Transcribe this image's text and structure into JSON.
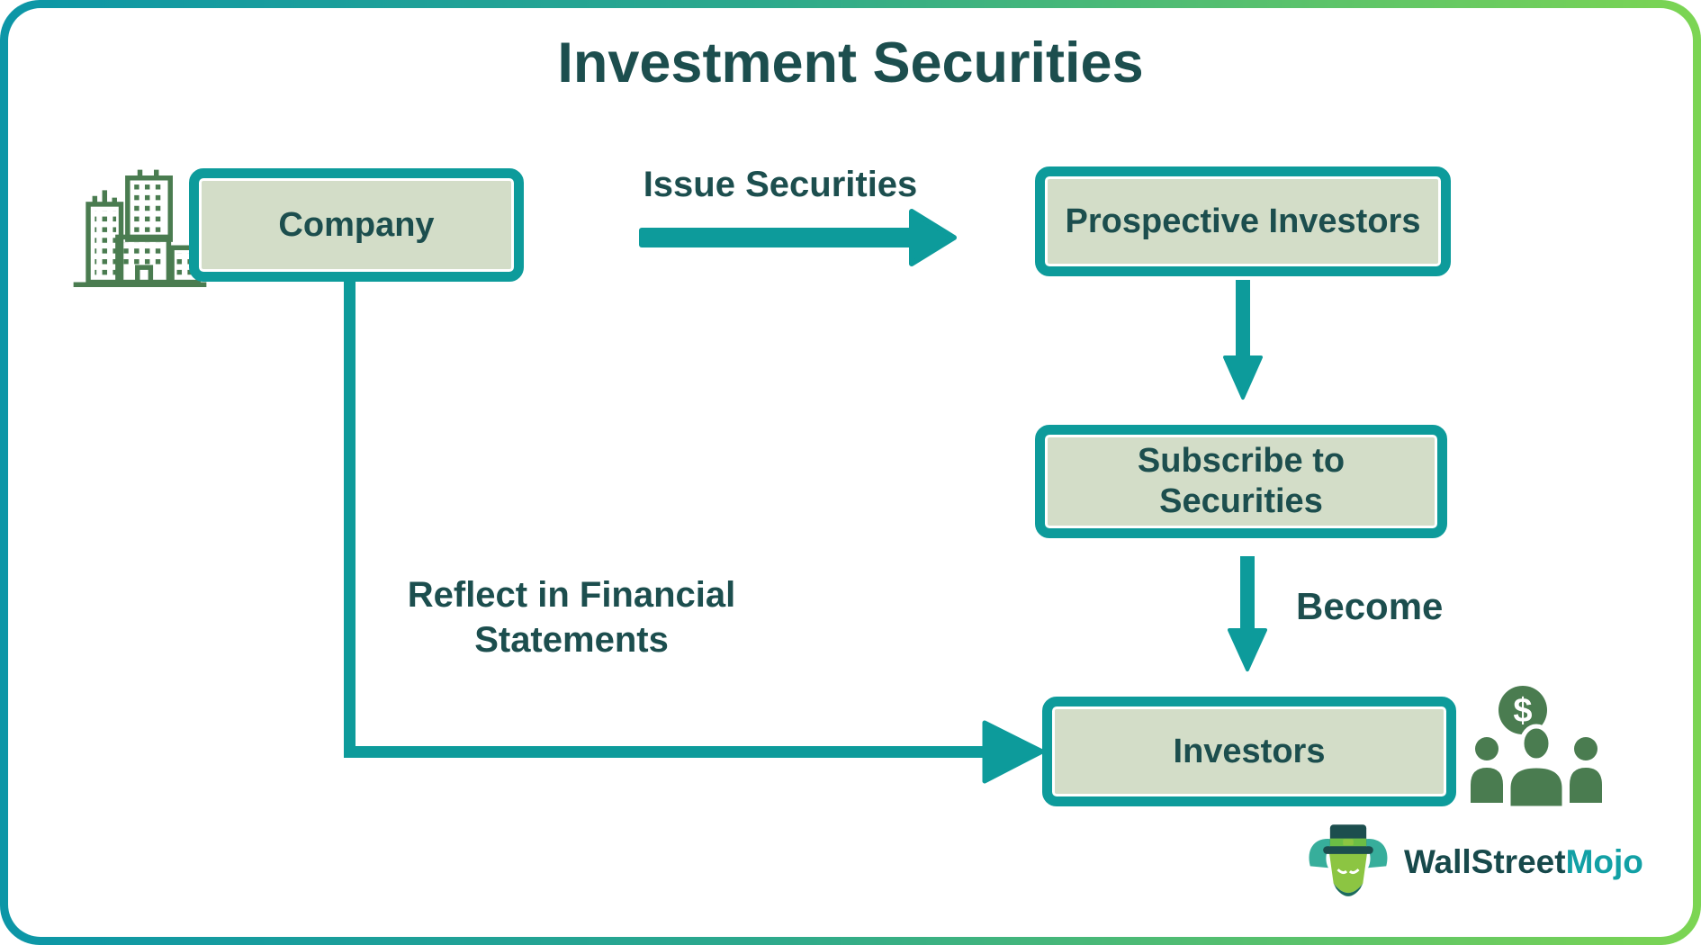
{
  "title": "Investment Securities",
  "nodes": {
    "company": {
      "label": "Company"
    },
    "prospective": {
      "label": "Prospective Investors"
    },
    "subscribe": {
      "label": "Subscribe to Securities"
    },
    "investors": {
      "label": "Investors"
    }
  },
  "edge_labels": {
    "issue": "Issue Securities",
    "become": "Become",
    "reflect": "Reflect in Financial Statements"
  },
  "icons": {
    "dollar_symbol": "$"
  },
  "logo": {
    "part1": "WallStreet",
    "part2": "Mojo"
  },
  "colors": {
    "arrow_teal": "#0D9B9B",
    "text_dark_teal": "#1C4E4E",
    "node_fill": "#D3DDC8",
    "icon_green": "#4A7C50",
    "frame_gradient_left": "#0C96A7",
    "frame_gradient_right": "#7CD553",
    "logo_mojo_teal": "#12A0A5"
  }
}
